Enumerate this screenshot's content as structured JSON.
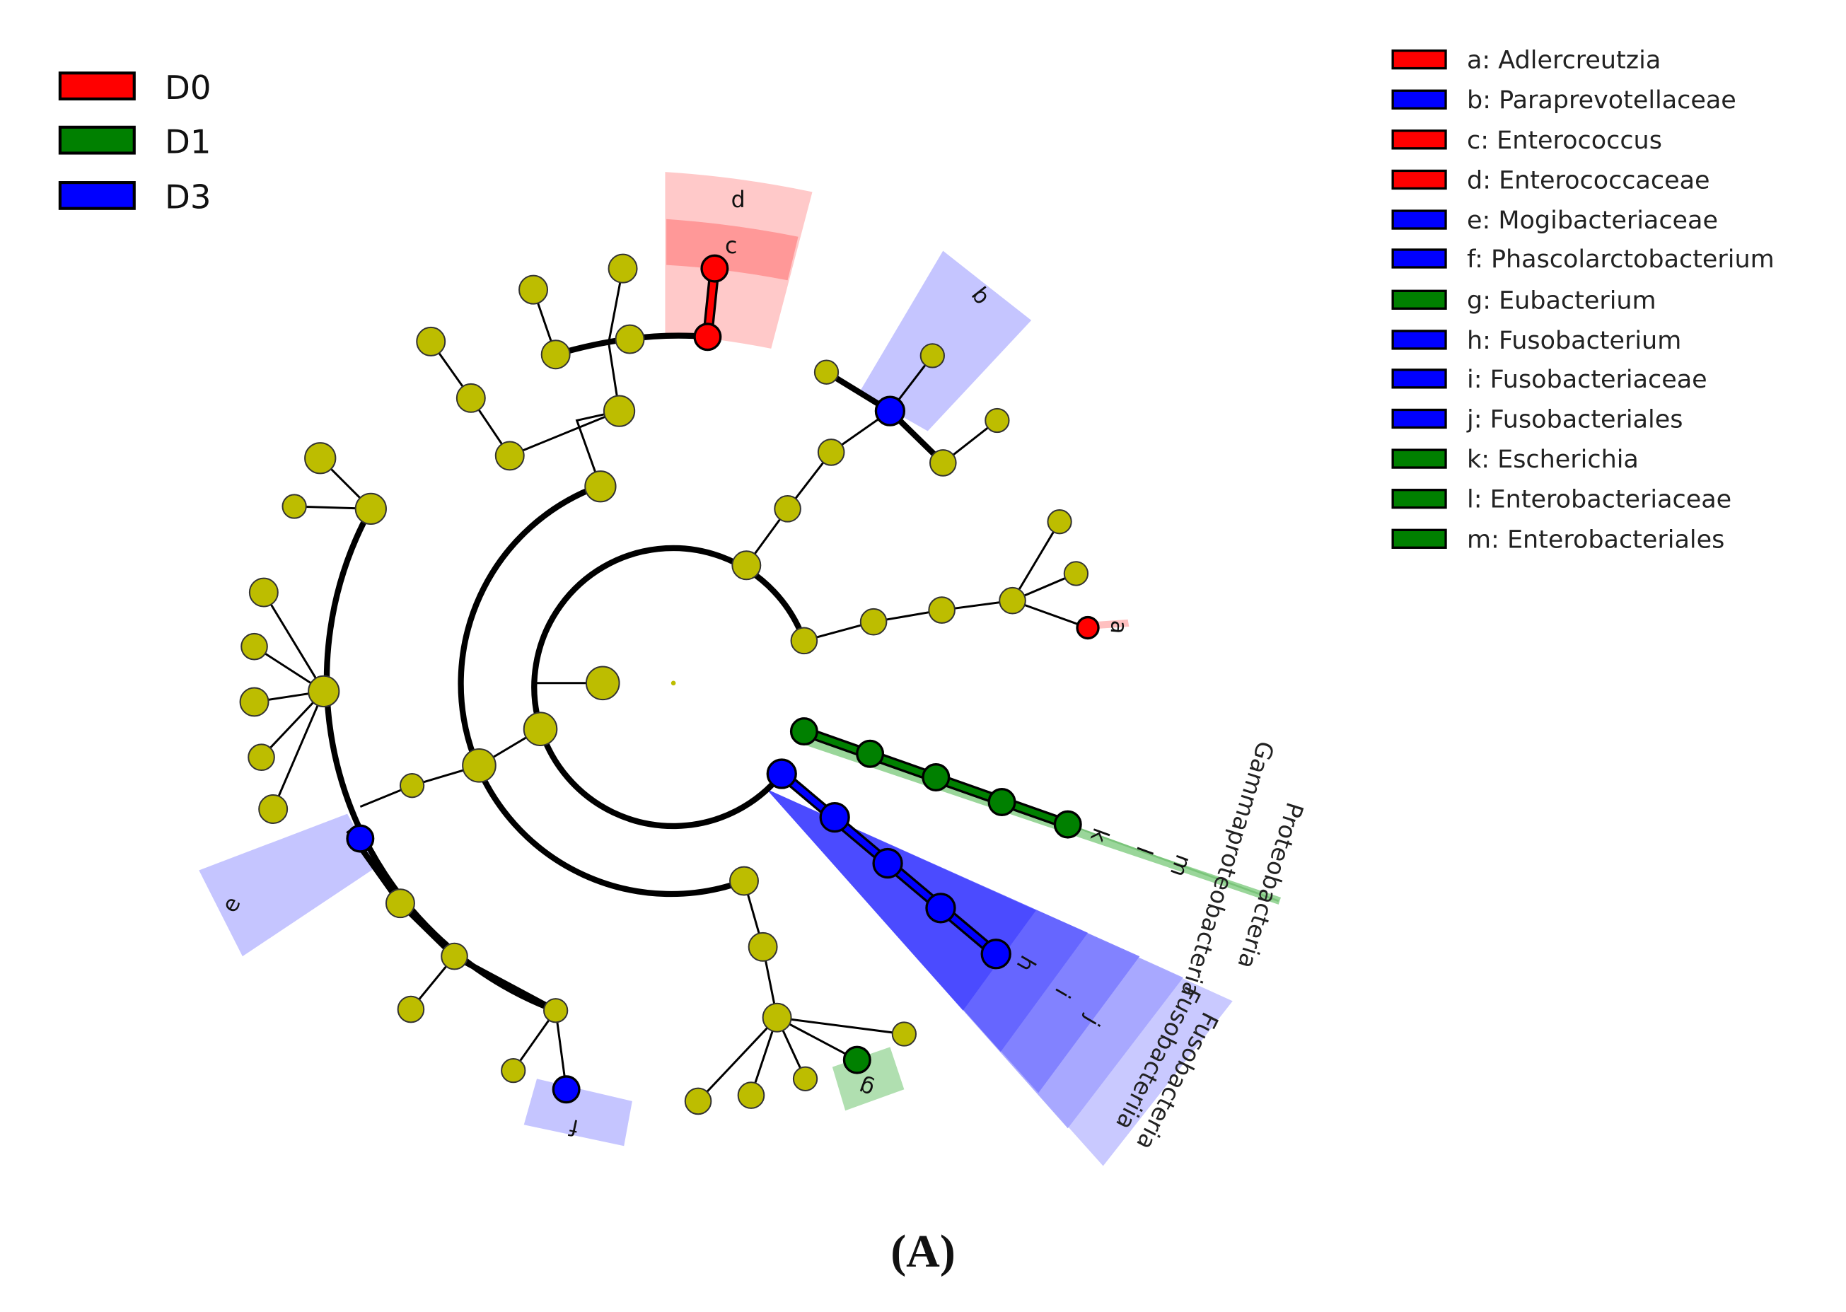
{
  "group_legend": [
    {
      "label": "D0",
      "color": "#ff0000"
    },
    {
      "label": "D1",
      "color": "#008000"
    },
    {
      "label": "D3",
      "color": "#0000ff"
    }
  ],
  "taxa_legend": [
    {
      "key": "a",
      "label": "a: Adlercreutzia",
      "group": "D0"
    },
    {
      "key": "b",
      "label": "b: Paraprevotellaceae",
      "group": "D3"
    },
    {
      "key": "c",
      "label": "c: Enterococcus",
      "group": "D0"
    },
    {
      "key": "d",
      "label": "d: Enterococcaceae",
      "group": "D0"
    },
    {
      "key": "e",
      "label": "e: Mogibacteriaceae",
      "group": "D3"
    },
    {
      "key": "f",
      "label": "f: Phascolarctobacterium",
      "group": "D3"
    },
    {
      "key": "g",
      "label": "g: Eubacterium",
      "group": "D1"
    },
    {
      "key": "h",
      "label": "h: Fusobacterium",
      "group": "D3"
    },
    {
      "key": "i",
      "label": "i: Fusobacteriaceae",
      "group": "D3"
    },
    {
      "key": "j",
      "label": "j: Fusobacteriales",
      "group": "D3"
    },
    {
      "key": "k",
      "label": "k: Escherichia",
      "group": "D1"
    },
    {
      "key": "l",
      "label": "l: Enterobacteriaceae",
      "group": "D1"
    },
    {
      "key": "m",
      "label": "m: Enterobacteriales",
      "group": "D1"
    }
  ],
  "clade_labels": {
    "proteobacteria": "Proteobacteria",
    "gammaproteobacteria": "Gammaproteobacteria",
    "fusobacteria_phylum": "Fusobacteria",
    "fusobacteriia_class": "Fusobacteriia"
  },
  "caption": "(A)",
  "colors": {
    "neutral_node": "#bdbd00",
    "D0": "#ff0000",
    "D1": "#008000",
    "D3": "#0000ff"
  }
}
